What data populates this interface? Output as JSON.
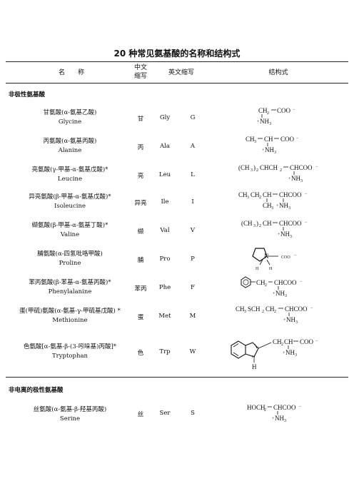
{
  "title": "20 种常见氨基酸的名称和结构式",
  "header": {
    "name": "名　　称",
    "chinese_abbr_line1": "中文",
    "chinese_abbr_line2": "缩写",
    "english_abbr": "英文缩写",
    "structure": "结构式"
  },
  "sections": [
    {
      "title": "非极性氨基酸",
      "rows": [
        {
          "name": "甘氨酸(α-氨基乙酸)",
          "name_en": "Glycine",
          "cn": "甘",
          "ab3": "Gly",
          "ab1": "G"
        },
        {
          "name": "丙氨酸(α-氨基丙酸)",
          "name_en": "Alanine",
          "cn": "丙",
          "ab3": "Ala",
          "ab1": "A"
        },
        {
          "name": "亮氨酸(γ-甲基-α-氨基戊酸)*",
          "name_en": "Leucine",
          "cn": "亮",
          "ab3": "Leu",
          "ab1": "L"
        },
        {
          "name": "异亮氨酸(β-甲基-α-氨基戊酸)*",
          "name_en": "Isoleucine",
          "cn": "异亮",
          "ab3": "Ile",
          "ab1": "I"
        },
        {
          "name": "缬氨酸(β-甲基-α-氨基丁酸)*",
          "name_en": "Valine",
          "cn": "缬",
          "ab3": "Val",
          "ab1": "V"
        },
        {
          "name": "脯氨酸(α-四氢吡咯甲酸)",
          "name_en": "Proline",
          "cn": "脯",
          "ab3": "Pro",
          "ab1": "P"
        },
        {
          "name": "苯丙氨酸(β-苯基-α-氨基丙酸)*",
          "name_en": "Phenylalanine",
          "cn": "苯丙",
          "ab3": "Phe",
          "ab1": "F"
        },
        {
          "name": "蛋(甲硫)氨酸(α-氨基-γ-甲硫基戊酸) *",
          "name_en": "Methionine",
          "cn": "蛋",
          "ab3": "Met",
          "ab1": "M"
        },
        {
          "name": "色氨酸[α-氨基-β-(3-吲哚基)丙酸]*",
          "name_en": "Tryptophan",
          "cn": "色",
          "ab3": "Trp",
          "ab1": "W"
        }
      ]
    },
    {
      "title": "非电离的极性氨基酸",
      "rows": [
        {
          "name": "丝氨酸(α-氨基-β-羟基丙酸)",
          "name_en": "Serine",
          "cn": "丝",
          "ab3": "Ser",
          "ab1": "S"
        }
      ]
    }
  ],
  "structures": {
    "coo": "COO",
    "nh3": "NH",
    "ch2": "CH",
    "ch3": "CH",
    "ch": "CH",
    "chcoo": "CHCOO",
    "leu_prefix": "(CH",
    "leu_mid": ")",
    "leu_chain": "CHCH",
    "val_prefix": "(CH",
    "val_mid": ")",
    "met_chain": "CH",
    "met_sch": "SCH",
    "ile_chain": "CH",
    "n": "N",
    "h": "H",
    "hoch": "HOCH",
    "minus": "−",
    "plus": "+",
    "sub2": "2",
    "sub3": "3"
  }
}
